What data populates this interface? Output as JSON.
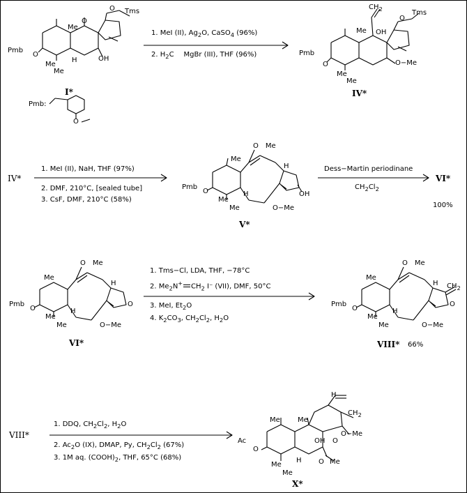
{
  "compounds": {
    "I": "I*",
    "IV": "IV*",
    "V": "V*",
    "VI": "VI*",
    "VIII": "VIII*",
    "X": "X*"
  },
  "atoms": {
    "pmb": "Pmb",
    "me": "Me",
    "tms": "Tms",
    "oh": "OH",
    "o": "O",
    "h": "H",
    "ome": "OMe",
    "ch2": "CH",
    "two": "2",
    "ac": "Ac",
    "pmb_def": "Pmb:"
  },
  "step1": {
    "line1": "1. MeI (II), Ag",
    "line1_sub": "2",
    "line1_tail": "O, CaSO",
    "line1_sub2": "4",
    "line1_end": " (96%)",
    "line2a": "2. H",
    "line2_sub": "2",
    "line2b": "C",
    "line2c": "MgBr (III), THF (96%)"
  },
  "step2": {
    "start": "IV*",
    "line1": "1. MeI (II), NaH, THF (97%)",
    "line2": "2. DMF, 210°C, [sealed tube]",
    "line3": "3. CsF, DMF, 210°C (58%)"
  },
  "step3": {
    "reagent": "Dess−Martin periodinane",
    "solvent": "CH",
    "solvent_sub1": "2",
    "solvent_mid": "Cl",
    "solvent_sub2": "2",
    "product": "VI*",
    "yield": "100%"
  },
  "step4": {
    "line1": "1. Tms−Cl, LDA, THF, −78°C",
    "line2a": "2. Me",
    "line2_sub": "2",
    "line2b": "N",
    "line2_plus": "+",
    "line2c": "CH",
    "line2_sub2": "2",
    "line2d": " I⁻ (VII), DMF, 50°C",
    "line3a": "3. MeI, Et",
    "line3_sub": "2",
    "line3b": "O",
    "line4a": "4. K",
    "line4_sub": "2",
    "line4b": "CO",
    "line4_sub2": "3",
    "line4c": ", CH",
    "line4_sub3": "2",
    "line4d": "Cl",
    "line4_sub4": "2",
    "line4e": ", H",
    "line4_sub5": "2",
    "line4f": "O",
    "yield": "66%"
  },
  "step5": {
    "start": "VIII*",
    "line1a": "1. DDQ, CH",
    "line1_sub": "2",
    "line1b": "Cl",
    "line1_sub2": "2",
    "line1c": ", H",
    "line1_sub3": "2",
    "line1d": "O",
    "line2a": "2. Ac",
    "line2_sub": "2",
    "line2b": "O (IX), DMAP, Py, CH",
    "line2_sub2": "2",
    "line2c": "Cl",
    "line2_sub3": "2",
    "line2d": " (67%)",
    "line3a": "3. 1M aq. (COOH)",
    "line3_sub": "2",
    "line3b": ", THF, 65°C (68%)"
  }
}
